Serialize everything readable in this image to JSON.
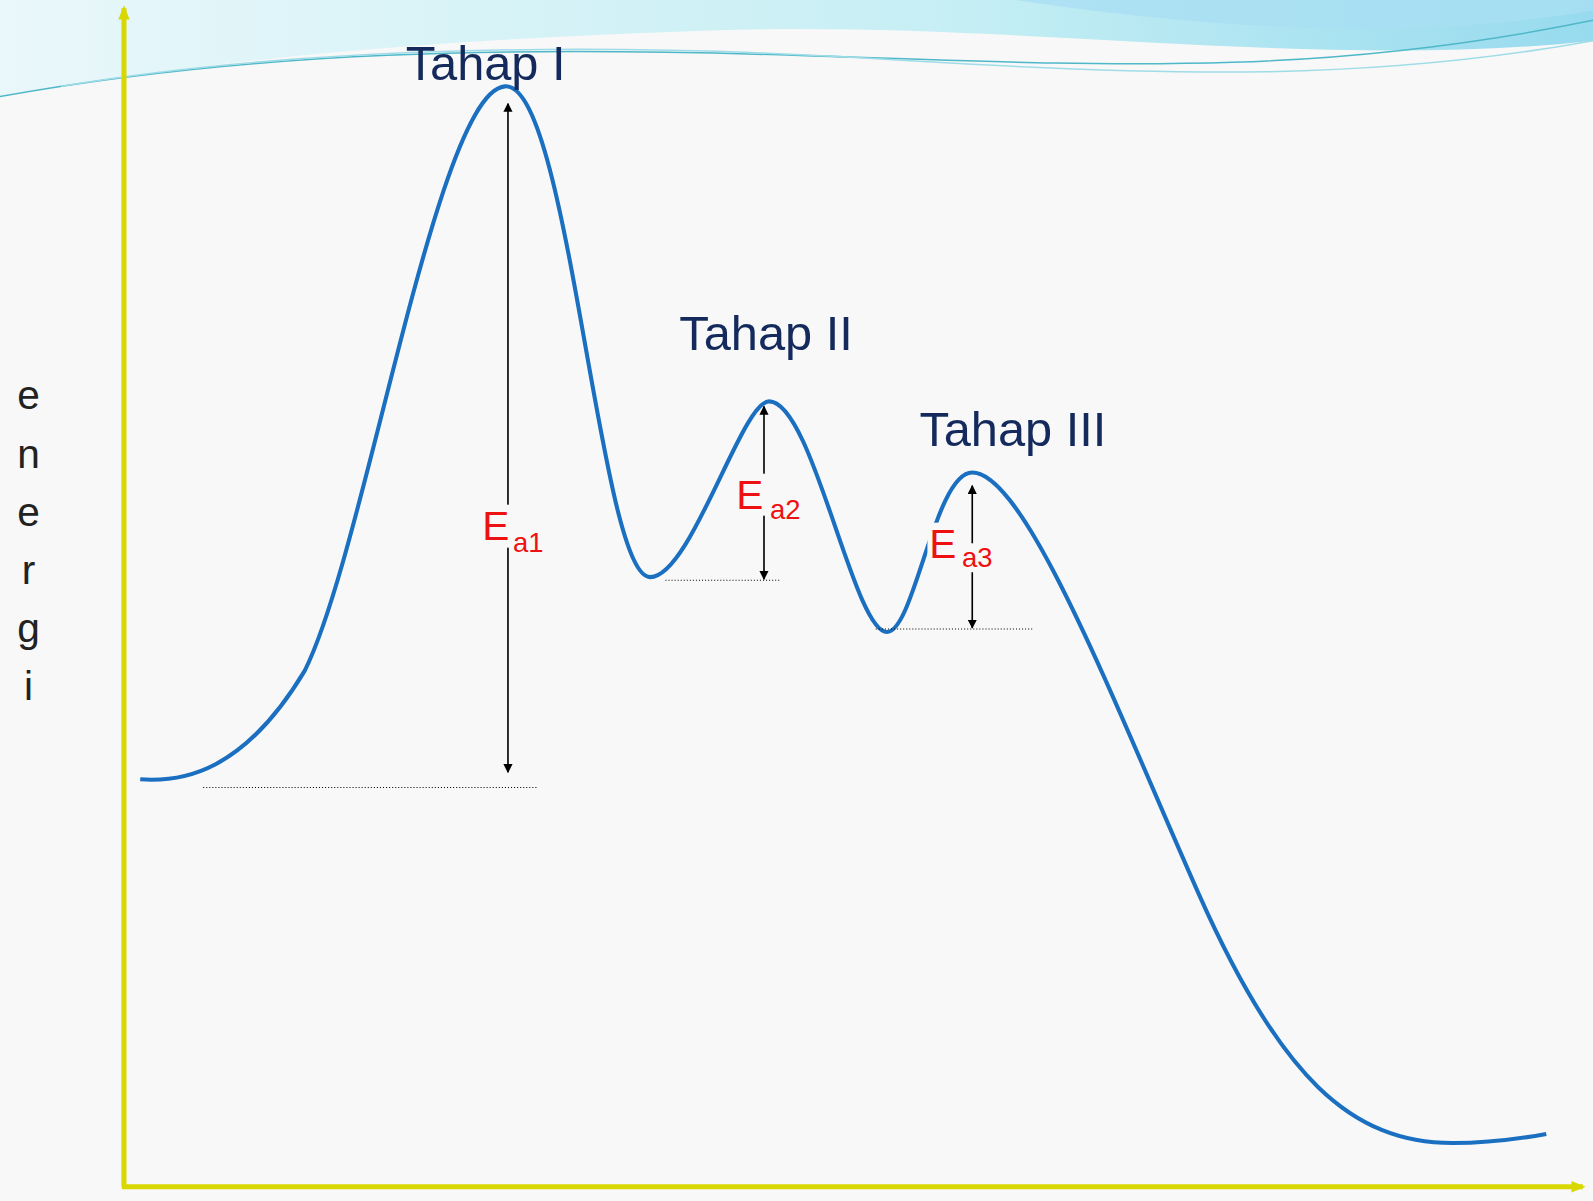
{
  "diagram": {
    "labels": [
      "energi",
      "Tahap I",
      "E",
      "a1",
      "Tahap II",
      "E",
      "a2",
      "Tahap III",
      "E",
      "a3"
    ]
  }
}
